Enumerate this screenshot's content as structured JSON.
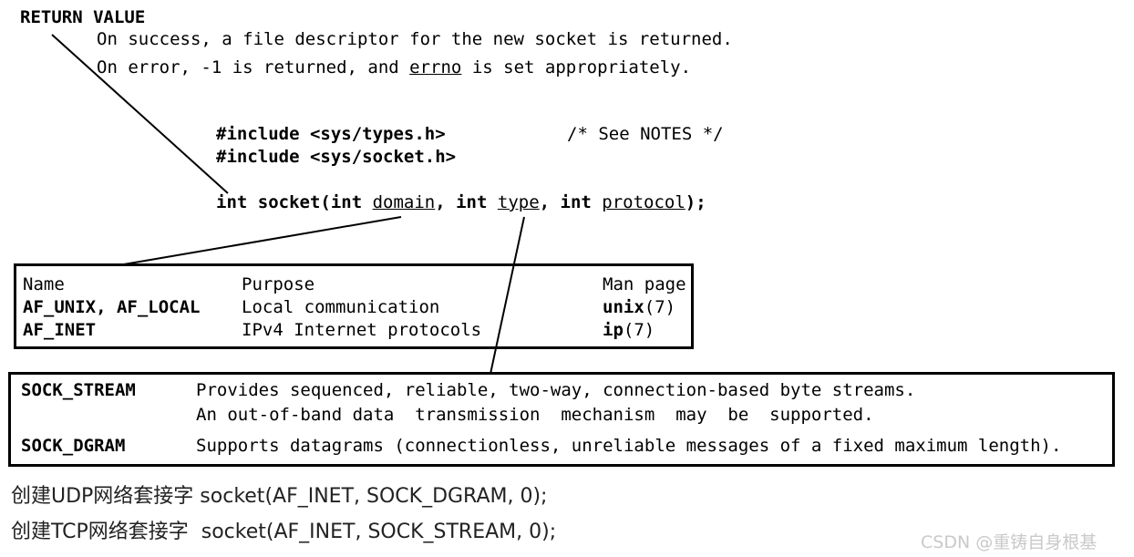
{
  "return_value": {
    "heading": "RETURN VALUE",
    "success": "On success, a file descriptor for the new socket is returned.",
    "error_prefix": "On error, -1 is returned, and ",
    "error_errno": "errno",
    "error_suffix": " is set appropriately."
  },
  "synopsis": {
    "include1": "#include <sys/types.h>",
    "include1_comment": "/* See NOTES */",
    "include2": "#include <sys/socket.h>",
    "sig_part1": "int socket(int ",
    "sig_domain": "domain",
    "sig_part2": ", int ",
    "sig_type": "type",
    "sig_part3": ", int ",
    "sig_protocol": "protocol",
    "sig_part4": ");"
  },
  "domain_table": {
    "headers": [
      "Name",
      "Purpose",
      "Man page"
    ],
    "rows": [
      {
        "name": "AF_UNIX, AF_LOCAL",
        "purpose": "Local communication",
        "man_bold": "unix",
        "man_rest": "(7)"
      },
      {
        "name": "AF_INET",
        "purpose": "IPv4 Internet protocols",
        "man_bold": "ip",
        "man_rest": "(7)"
      }
    ]
  },
  "type_table": {
    "rows": [
      {
        "name": "SOCK_STREAM",
        "desc1": "Provides sequenced, reliable, two-way, connection-based byte streams.",
        "desc2": "An out-of-band data  transmission  mechanism  may  be  supported."
      },
      {
        "name": "SOCK_DGRAM",
        "desc1": "Supports datagrams (connectionless, unreliable messages of a fixed maximum length)."
      }
    ]
  },
  "notes": {
    "udp": "创建UDP网络套接字 socket(AF_INET, SOCK_DGRAM, 0);",
    "tcp": "创建TCP网络套接字  socket(AF_INET, SOCK_STREAM, 0);"
  },
  "watermark": "CSDN @重铸自身根基"
}
